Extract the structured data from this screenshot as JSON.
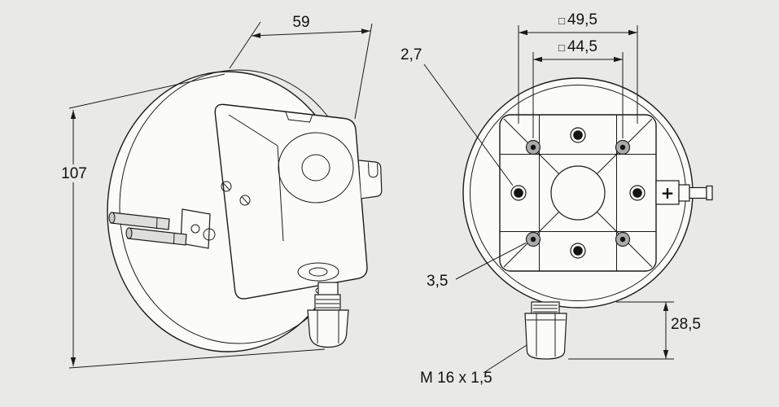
{
  "drawing_type": "dimension-drawing",
  "colors": {
    "background": "#e9e9e7",
    "line": "#1a1a1a",
    "fill": "#fbfbf9",
    "pin_gray": "#dededc",
    "hole_gray": "#ababab"
  },
  "left_view": {
    "name": "side-view",
    "dims": {
      "depth": "59",
      "height": "107"
    }
  },
  "right_view": {
    "name": "front-view",
    "dims": {
      "square_symbol": "□",
      "outer_square": "49,5",
      "inner_square": "44,5",
      "hole_diameter_small": "2,7",
      "hole_diameter_large": "3,5",
      "gland_height": "28,5",
      "thread": "M 16 x 1,5",
      "pressure_port_sign": "+"
    }
  }
}
